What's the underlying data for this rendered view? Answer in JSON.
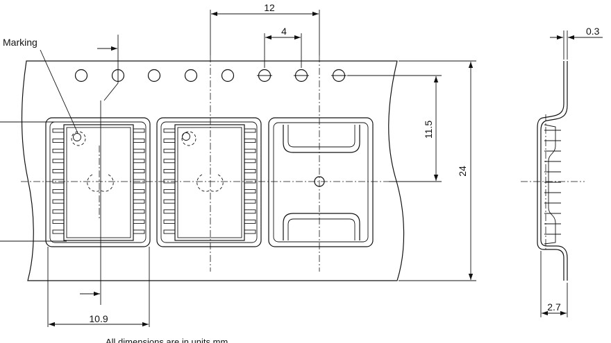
{
  "labels": {
    "marking": "Marking",
    "note": "All dimensions are in units mm"
  },
  "dimensions": {
    "pitch": "12",
    "hole_pitch": "4",
    "hole_offset": "11.5",
    "tape_width": "24",
    "component_width": "10.9",
    "tape_thickness": "0.3",
    "pocket_depth": "2.7"
  }
}
